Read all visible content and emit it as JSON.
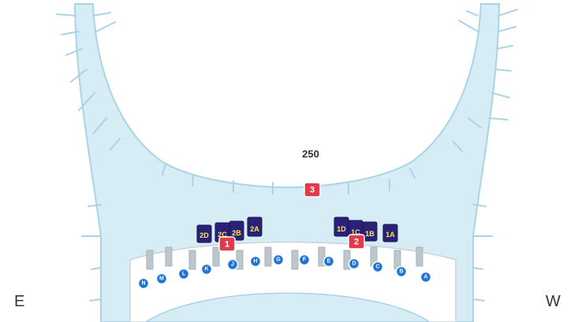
{
  "concourse_label": "250",
  "compass": {
    "left": "E",
    "right": "W"
  },
  "checkpoints": [
    {
      "id": "cp1",
      "label": "1"
    },
    {
      "id": "cp2",
      "label": "2"
    },
    {
      "id": "cp3",
      "label": "3"
    }
  ],
  "booths": [
    {
      "id": "2D",
      "label": "2D"
    },
    {
      "id": "2C",
      "label": "2C"
    },
    {
      "id": "2B",
      "label": "2B"
    },
    {
      "id": "2A",
      "label": "2A"
    },
    {
      "id": "1D",
      "label": "1D"
    },
    {
      "id": "1C",
      "label": "1C"
    },
    {
      "id": "1B",
      "label": "1B"
    },
    {
      "id": "1A",
      "label": "1A"
    }
  ],
  "gates": [
    "N",
    "M",
    "L",
    "K",
    "J",
    "H",
    "G",
    "F",
    "E",
    "D",
    "C",
    "B",
    "A"
  ],
  "colors": {
    "hall": "#d7edf6",
    "outline": "#a9d4e6",
    "gate": "#1f74d4",
    "booth": "#2a2278",
    "booth_text": "#ffe94a",
    "checkpoint": "#e23a4d"
  }
}
